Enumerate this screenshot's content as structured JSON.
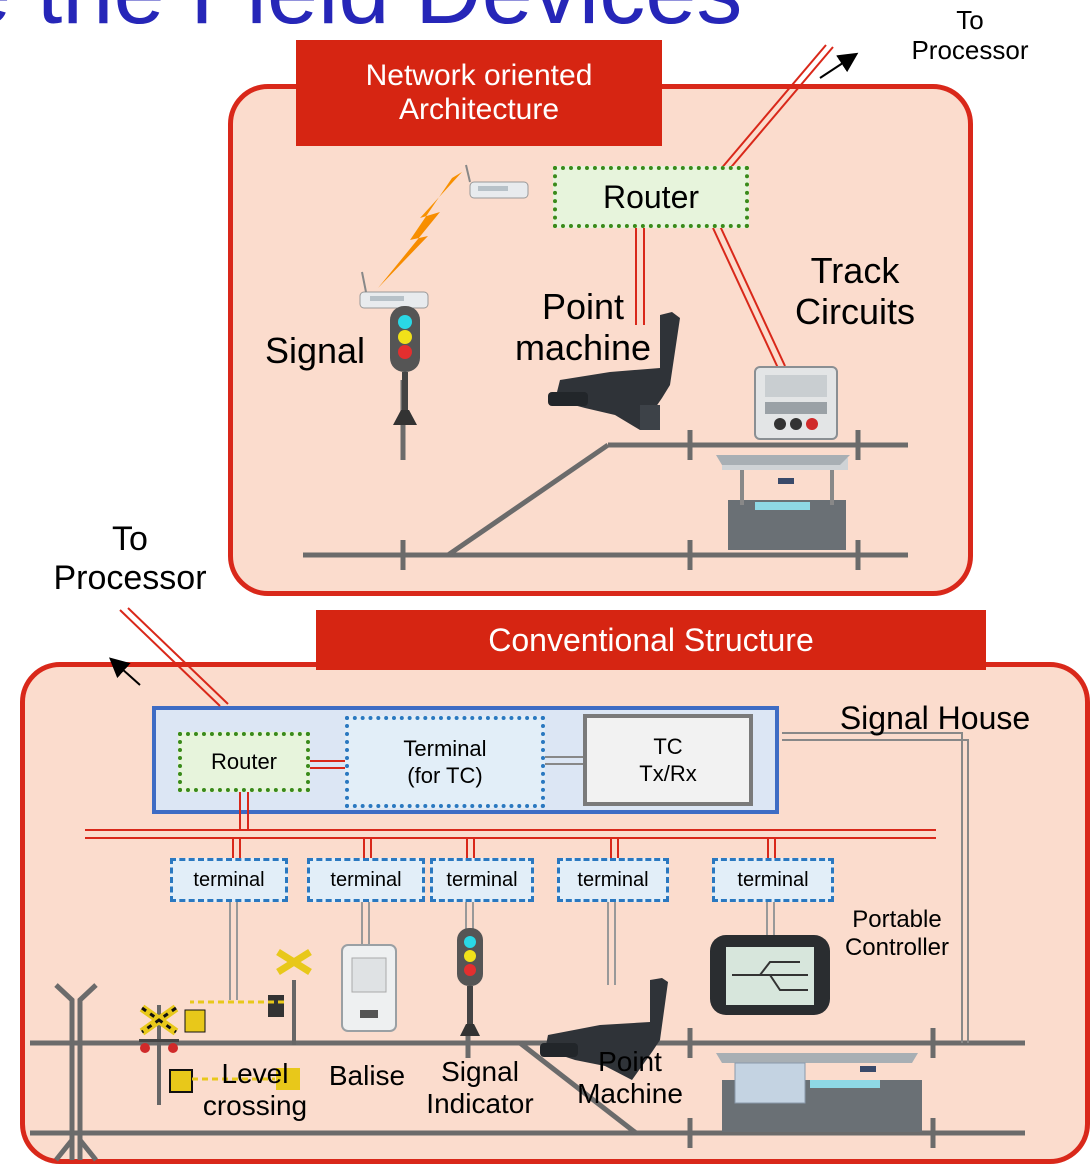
{
  "heading": "e the Field Devices",
  "top_section": {
    "banner": "Network oriented\nArchitecture",
    "to_processor": "To\nProcessor",
    "router": "Router",
    "labels": {
      "track_circuits": "Track\nCircuits",
      "point_machine": "Point\nmachine",
      "signal": "Signal"
    }
  },
  "bottom_section": {
    "banner": "Conventional Structure",
    "to_processor": "To\nProcessor",
    "signal_house": "Signal House",
    "router": "Router",
    "terminal_tc": "Terminal\n(for TC)",
    "tc_txrx": "TC\nTx/Rx",
    "terminals": [
      "terminal",
      "terminal",
      "terminal",
      "terminal",
      "terminal"
    ],
    "labels": {
      "portable_controller": "Portable\nController",
      "level_crossing": "Level\ncrossing",
      "balise": "Balise",
      "signal_indicator": "Signal\nIndicator",
      "point_machine": "Point\nMachine"
    }
  },
  "colors": {
    "title_blue": "#2626b8",
    "banner_red": "#d62512",
    "panel_fill": "#fbdccd",
    "panel_border": "#d9281a",
    "cable_red": "#d9281a",
    "router_green": "#3a8a1a",
    "terminal_blue": "#2a78c0",
    "track_gray": "#6b6b6b"
  }
}
